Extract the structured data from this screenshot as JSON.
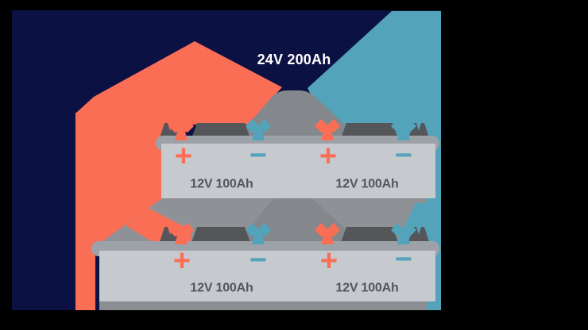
{
  "title": {
    "label": "24V 200Ah"
  },
  "symbols": {
    "plus": "+",
    "minus": "−"
  },
  "batteries": [
    {
      "row": 1,
      "position": "left",
      "label": "12V 100Ah"
    },
    {
      "row": 1,
      "position": "right",
      "label": "12V 100Ah"
    },
    {
      "row": 2,
      "position": "left",
      "label": "12V 100Ah"
    },
    {
      "row": 2,
      "position": "right",
      "label": "12V 100Ah"
    }
  ],
  "colors": {
    "background": "#000000",
    "panel": "#0C1143",
    "cable_positive": "#FB6E56",
    "cable_negative": "#53A3BA",
    "battery_body": "#C6C9CE",
    "battery_lip": "#9DA2A8",
    "battery_shadow": "#8E9196",
    "battery_strip": "#8B8E92",
    "connector_gray": "#84878B",
    "terminal_dark": "#54565A",
    "label_dark": "#54565A",
    "title_text": "#FFFFFF"
  }
}
